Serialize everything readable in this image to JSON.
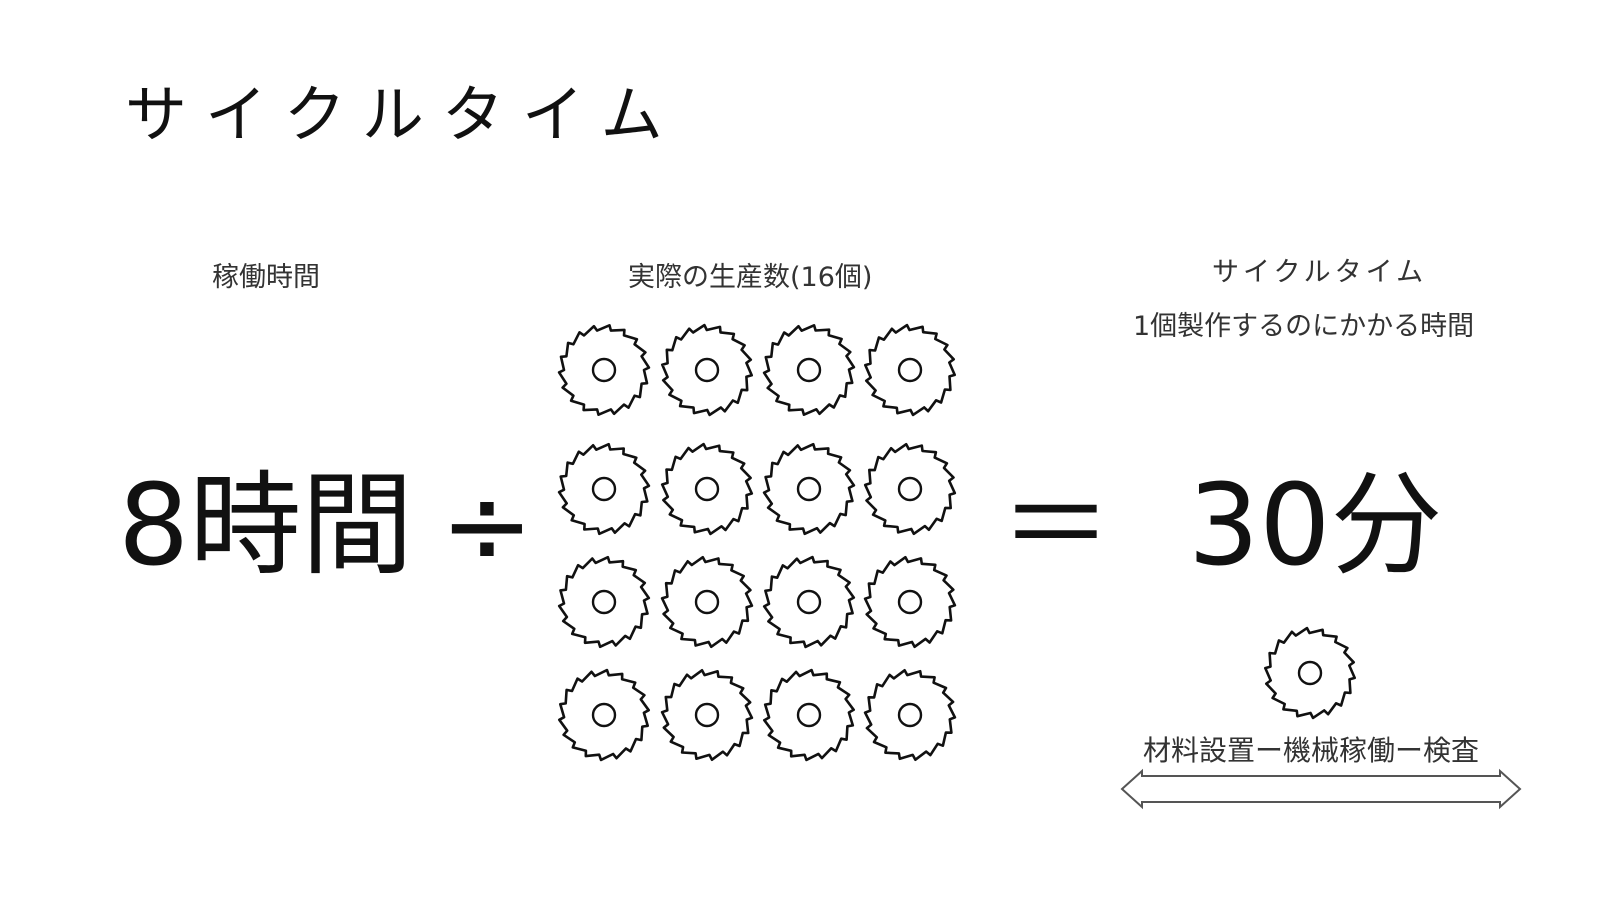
{
  "slide": {
    "title": "サイクルタイム",
    "operating_time_label": "稼働時間",
    "production_label": "実際の生産数(16個)",
    "cycle_time_label": "サイクルタイム",
    "cycle_time_desc": "1個製作するのにかかる時間",
    "formula": {
      "lhs": "8時間",
      "divide_op": "÷",
      "equals_op": "＝",
      "result": "30分"
    },
    "product_count": 16,
    "grid": {
      "rows": 4,
      "cols": 4
    },
    "process_steps": "材料設置ー機械稼働ー検査",
    "icons": {
      "product": "gear-icon",
      "span": "double-arrow-icon"
    },
    "colors": {
      "background": "#ffffff",
      "text": "#111111",
      "stroke": "#111111",
      "arrow": "#555555"
    }
  }
}
